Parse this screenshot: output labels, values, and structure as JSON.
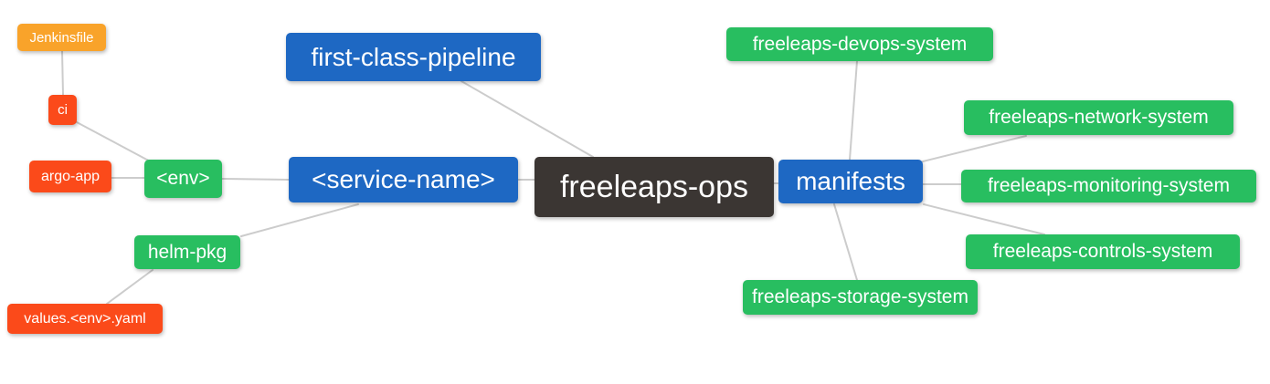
{
  "diagram": {
    "type": "mindmap",
    "root_label": "freeleaps-ops",
    "colors": {
      "root_bg": "#3B3633",
      "branch_bg": "#1E68C3",
      "leaf_green_bg": "#28BE60",
      "leaf_orange_bg": "#F9A32A",
      "leaf_redorange_bg": "#FB4A1A",
      "edge": "#CCCCCC",
      "text": "#FFFFFF",
      "background": "#FFFFFF"
    },
    "nodes": {
      "root": {
        "label": "freeleaps-ops"
      },
      "first_class_pipeline": {
        "label": "first-class-pipeline"
      },
      "service_name": {
        "label": "<service-name>"
      },
      "env": {
        "label": "<env>"
      },
      "ci": {
        "label": "ci"
      },
      "jenkinsfile": {
        "label": "Jenkinsfile"
      },
      "argo_app": {
        "label": "argo-app"
      },
      "helm_pkg": {
        "label": "helm-pkg"
      },
      "values_env_yaml": {
        "label": "values.<env>.yaml"
      },
      "manifests": {
        "label": "manifests"
      },
      "devops_system": {
        "label": "freeleaps-devops-system"
      },
      "network_system": {
        "label": "freeleaps-network-system"
      },
      "monitoring_system": {
        "label": "freeleaps-monitoring-system"
      },
      "controls_system": {
        "label": "freeleaps-controls-system"
      },
      "storage_system": {
        "label": "freeleaps-storage-system"
      }
    },
    "edges": [
      {
        "from": "jenkinsfile",
        "to": "ci"
      },
      {
        "from": "ci",
        "to": "env"
      },
      {
        "from": "argo_app",
        "to": "env"
      },
      {
        "from": "env",
        "to": "service_name"
      },
      {
        "from": "helm_pkg",
        "to": "service_name"
      },
      {
        "from": "values_env_yaml",
        "to": "helm_pkg"
      },
      {
        "from": "first_class_pipeline",
        "to": "root"
      },
      {
        "from": "service_name",
        "to": "root"
      },
      {
        "from": "root",
        "to": "manifests"
      },
      {
        "from": "manifests",
        "to": "devops_system"
      },
      {
        "from": "manifests",
        "to": "network_system"
      },
      {
        "from": "manifests",
        "to": "monitoring_system"
      },
      {
        "from": "manifests",
        "to": "controls_system"
      },
      {
        "from": "manifests",
        "to": "storage_system"
      }
    ]
  }
}
